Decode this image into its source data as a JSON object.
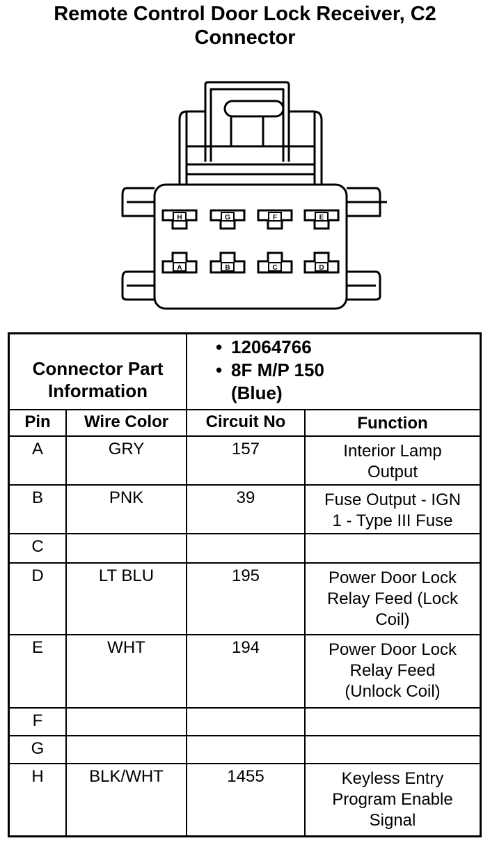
{
  "title": {
    "line1": "Remote Control Door Lock Receiver, C2",
    "line2": "Connector"
  },
  "connector_pins": {
    "top_row": [
      "H",
      "G",
      "F",
      "E"
    ],
    "bottom_row": [
      "A",
      "B",
      "C",
      "D"
    ]
  },
  "part_info": {
    "label_line1": "Connector Part",
    "label_line2": "Information",
    "bullet": "•",
    "part_number": "12064766",
    "description": "8F M/P 150",
    "color": "(Blue)"
  },
  "columns": [
    "Pin",
    "Wire Color",
    "Circuit No",
    "Function"
  ],
  "rows": [
    {
      "pin": "A",
      "wire": "GRY",
      "circuit": "157",
      "function": [
        "Interior Lamp",
        "Output"
      ]
    },
    {
      "pin": "B",
      "wire": "PNK",
      "circuit": "39",
      "function": [
        "Fuse Output - IGN",
        "1 - Type III Fuse"
      ]
    },
    {
      "pin": "C",
      "wire": "",
      "circuit": "",
      "function": []
    },
    {
      "pin": "D",
      "wire": "LT BLU",
      "circuit": "195",
      "function": [
        "Power Door Lock",
        "Relay Feed (Lock",
        "Coil)"
      ]
    },
    {
      "pin": "E",
      "wire": "WHT",
      "circuit": "194",
      "function": [
        "Power Door Lock",
        "Relay Feed",
        "(Unlock Coil)"
      ]
    },
    {
      "pin": "F",
      "wire": "",
      "circuit": "",
      "function": []
    },
    {
      "pin": "G",
      "wire": "",
      "circuit": "",
      "function": []
    },
    {
      "pin": "H",
      "wire": "BLK/WHT",
      "circuit": "1455",
      "function": [
        "Keyless Entry",
        "Program Enable",
        "Signal"
      ]
    }
  ]
}
